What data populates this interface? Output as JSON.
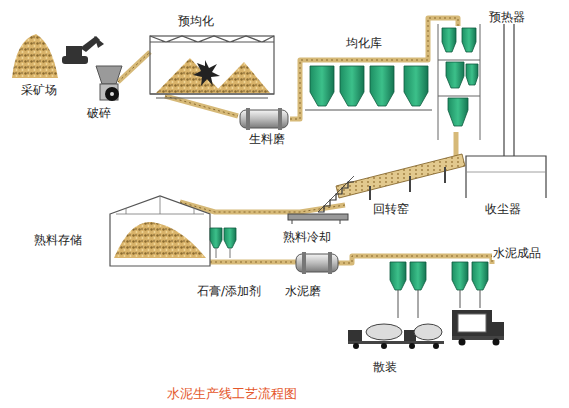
{
  "diagram": {
    "caption": "水泥生产线工艺流程图",
    "labels": [
      "预均化",
      "预热器",
      "均化库",
      "采矿场",
      "破碎",
      "生料磨",
      "回转窑",
      "收尘器",
      "熟料存储",
      "熟料冷却",
      "石膏/添加剂",
      "水泥磨",
      "水泥成品",
      "散装"
    ]
  }
}
